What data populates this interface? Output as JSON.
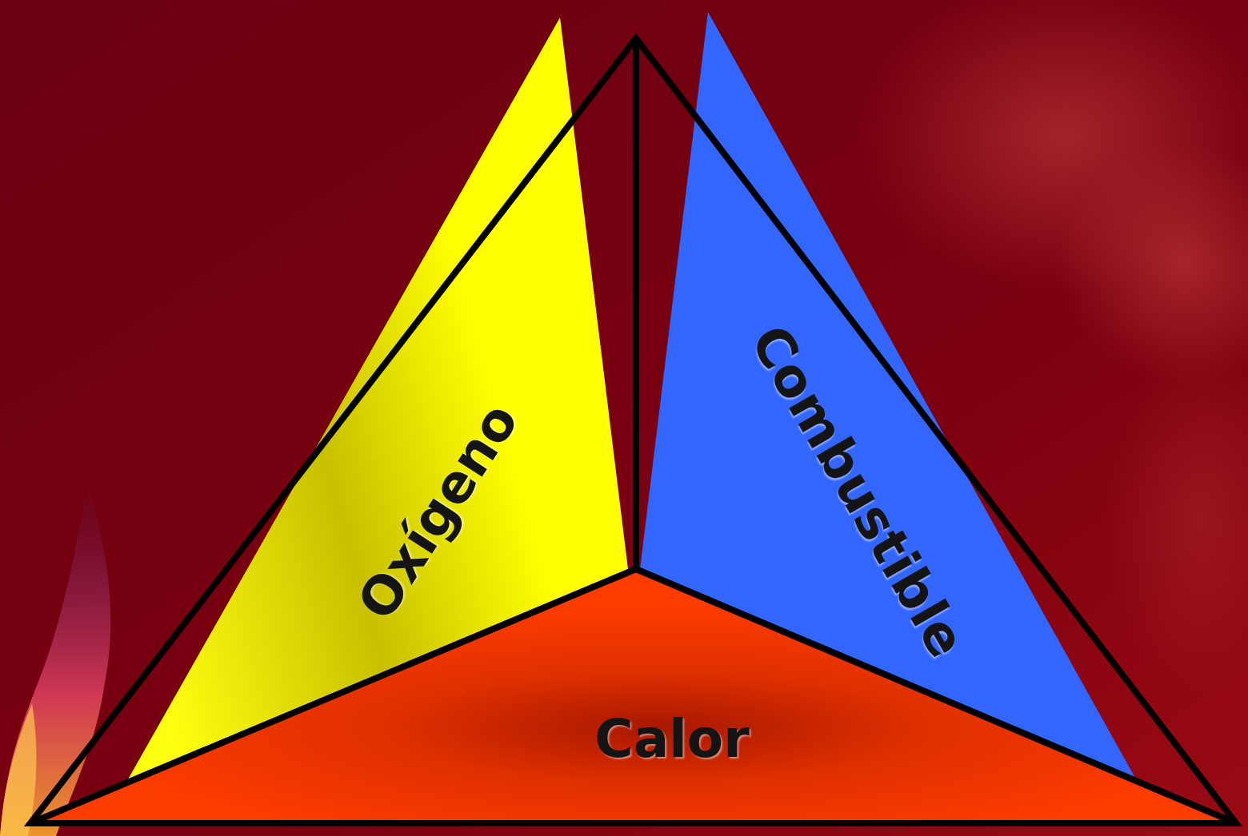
{
  "diagram": {
    "nodes": [
      {
        "text": [
          "Oxígeno"
        ]
      },
      {
        "text": [
          "Combustible"
        ]
      },
      {
        "text": [
          "Calor"
        ]
      }
    ]
  }
}
